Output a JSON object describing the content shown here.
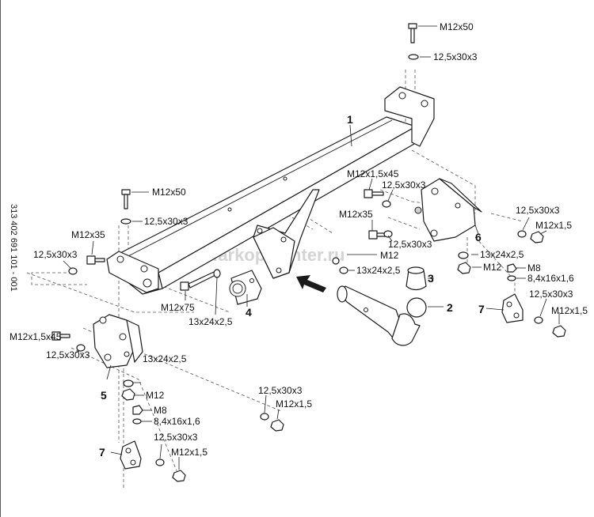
{
  "document": {
    "code": "313 402 691 101 - 001",
    "watermark": "farkop-center.ru"
  },
  "parts": {
    "p1": "1",
    "p2": "2",
    "p3": "3",
    "p4": "4",
    "p5": "5",
    "p6": "6",
    "p7a": "7",
    "p7b": "7"
  },
  "hardware": {
    "bolt_m12x50_top": "M12x50",
    "washer_top": "12,5x30x3",
    "bolt_m12x50_left": "M12x50",
    "washer_left_top": "12,5x30x3",
    "bolt_m12x35_left": "M12x35",
    "washer_left_bolt": "12,5x30x3",
    "bolt_m12x15x45_right": "M12x1,5x45",
    "washer_right_bolt": "12,5x30x3",
    "bolt_m12x35_right": "M12x35",
    "washer_right_mid": "12,5x30x3",
    "nut_m12_center": "M12",
    "washer_13x24_center": "13x24x2,5",
    "bolt_m12x75": "M12x75",
    "washer_13x24_lower": "13x24x2,5",
    "washer_right_far": "12,5x30x3",
    "nut_right_far": "M12x1,5",
    "washer_13x24_right": "13x24x2,5",
    "nut_m12_right": "M12",
    "nut_m8_right": "M8",
    "washer_84_right": "8,4x16x1,6",
    "washer_right_bracket7": "12,5x30x3",
    "nut_right_bracket7": "M12x1,5",
    "bolt_m12x15x45_left": "M12x1,5x45",
    "washer_left_bracket5": "12,5x30x3",
    "washer_13x24_left": "13x24x2,5",
    "nut_m12_left": "M12",
    "nut_m8_left": "M8",
    "washer_84_left": "8,4x16x1,6",
    "washer_mid_lower": "12,5x30x3",
    "nut_mid_lower": "M12x1,5",
    "washer_left_bracket7": "12,5x30x3",
    "nut_left_bracket7": "M12x1,5"
  }
}
